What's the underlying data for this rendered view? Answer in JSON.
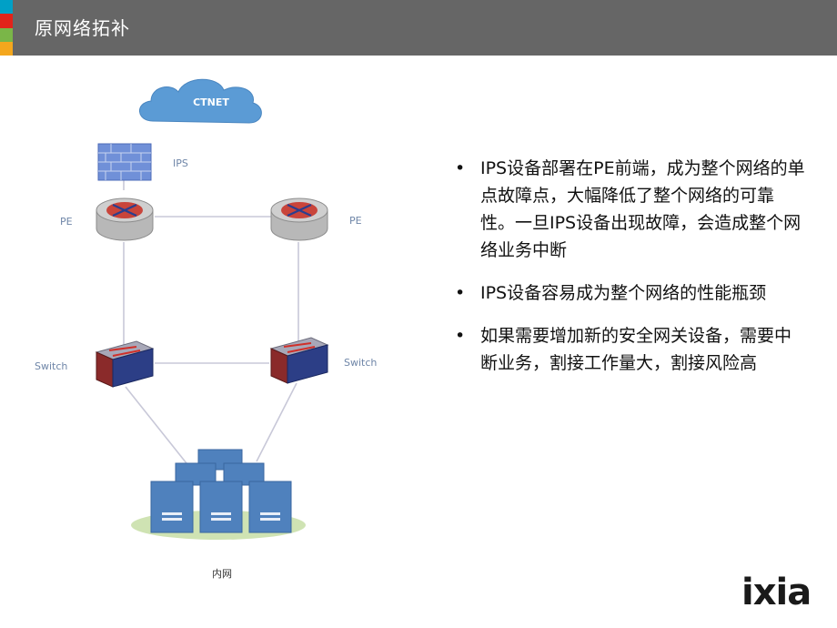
{
  "header": {
    "title": "原网络拓补",
    "stripe_colors": [
      "#00a0c6",
      "#e2231a",
      "#7ab648",
      "#f4a71d"
    ]
  },
  "diagram": {
    "cloud_label": "CTNET",
    "firewall_label": "IPS",
    "router_left_label": "PE",
    "router_right_label": "PE",
    "switch_left_label": "Switch",
    "switch_right_label": "Switch",
    "servers_label": "内网",
    "colors": {
      "cloud": "#5b9bd5",
      "firewall": "#5b7fd0",
      "router": "#c9453b",
      "switch": "#8a2a2a",
      "server": "#4f81bd",
      "ground": "#cfe3b3"
    }
  },
  "bullets": [
    "IPS设备部署在PE前端，成为整个网络的单点故障点，大幅降低了整个网络的可靠性。一旦IPS设备出现故障，会造成整个网络业务中断",
    "IPS设备容易成为整个网络的性能瓶颈",
    "如果需要增加新的安全网关设备，需要中断业务，割接工作量大，割接风险高"
  ],
  "logo": {
    "text_main": "ixia"
  }
}
